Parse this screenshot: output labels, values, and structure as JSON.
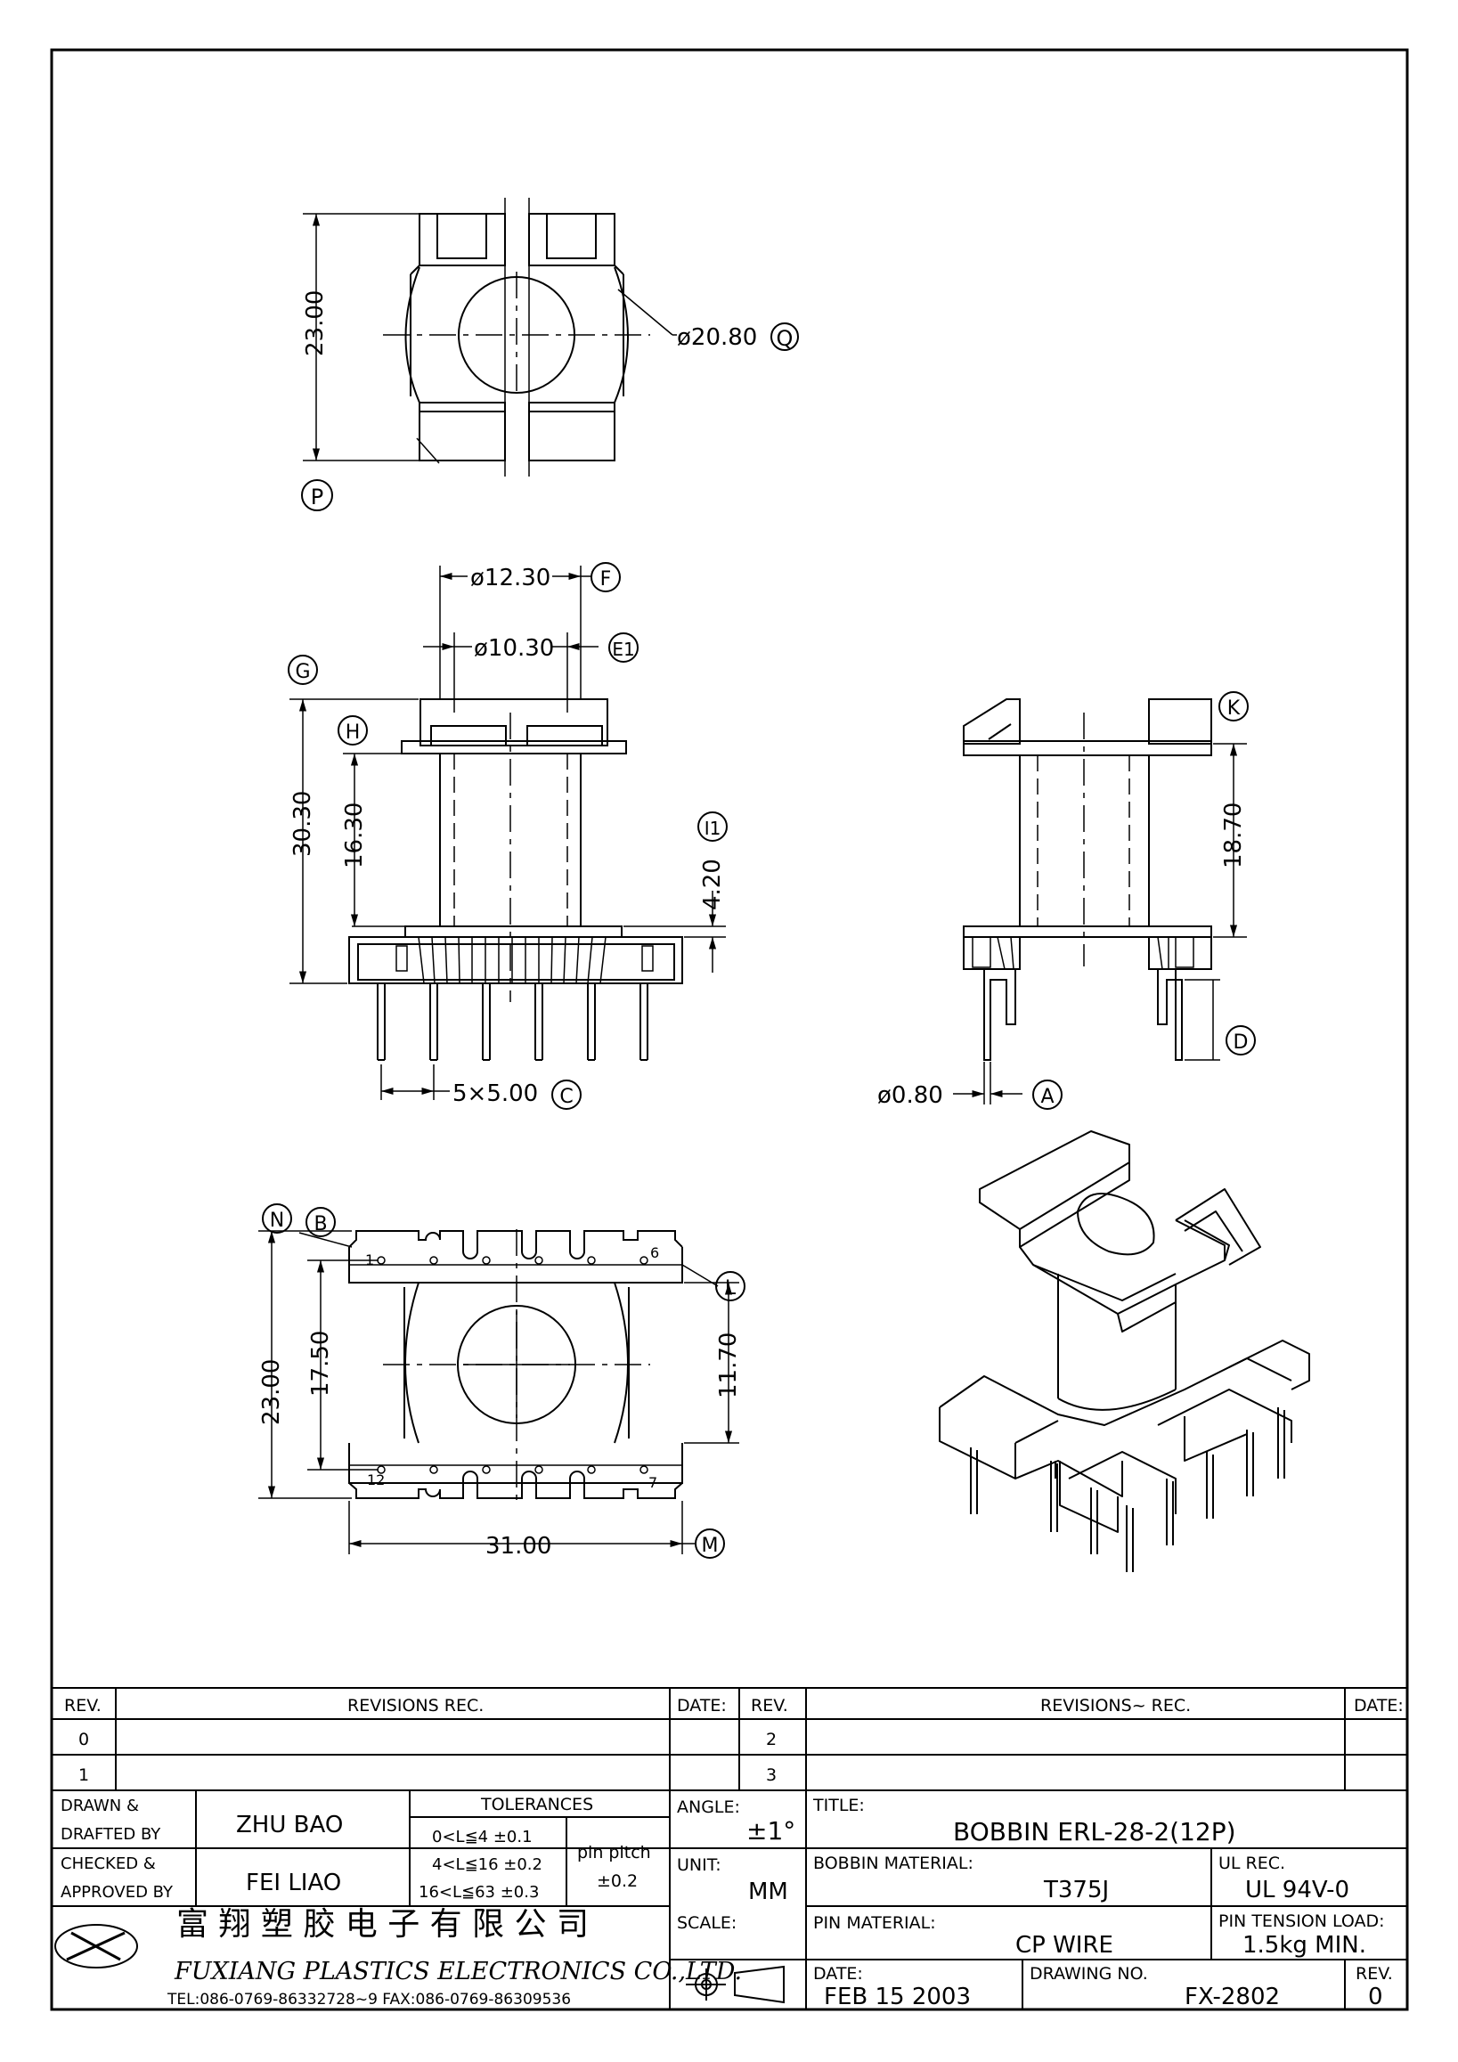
{
  "drawing": {
    "top_view": {
      "dim_height": "23.00",
      "dim_diameter": "ø20.80",
      "label_q": "Q",
      "label_p": "P"
    },
    "front_view": {
      "dim_f": "ø12.30",
      "label_f": "F",
      "dim_e1": "ø10.30",
      "label_e1": "E1",
      "label_g": "G",
      "label_h": "H",
      "label_i1": "I1",
      "dim_total_height": "30.30",
      "dim_winding_height": "16.30",
      "dim_base_height": "4.20",
      "dim_pitch": "5×5.00",
      "label_c": "C"
    },
    "side_view": {
      "label_k": "K",
      "dim_height": "18.70",
      "label_d": "D",
      "dim_pin_dia": "ø0.80",
      "label_a": "A"
    },
    "bottom_view": {
      "label_n": "N",
      "label_b": "B",
      "label_l": "L",
      "label_m": "M",
      "dim_height": "23.00",
      "dim_row_spacing": "17.50",
      "dim_inner": "11.70",
      "dim_width": "31.00",
      "pin_1": "1",
      "pin_6": "6",
      "pin_12": "12",
      "pin_7": "7"
    }
  },
  "title_block": {
    "rev_header": "REV.",
    "revisions_header": "REVISIONS   REC.",
    "date_header": "DATE:",
    "rev_header_2": "REV.",
    "revisions_header_2": "REVISIONS~ REC.",
    "date_header_2": "DATE:",
    "rev_rows_left": [
      "0",
      "1"
    ],
    "rev_rows_right": [
      "2",
      "3"
    ],
    "drawn_label_1": "DRAWN  &",
    "drawn_label_2": "DRAFTED BY",
    "drawn_by": "ZHU  BAO",
    "checked_label_1": "CHECKED  &",
    "checked_label_2": "APPROVED BY",
    "checked_by": "FEI  LIAO",
    "tolerances_header": "TOLERANCES",
    "tolerance_rows": [
      "0<L≦4    ±0.1",
      "4<L≦16  ±0.2",
      "16<L≦63  ±0.3"
    ],
    "pin_pitch_label": "pin  pitch",
    "pin_pitch_value": "±0.2",
    "angle_label": "ANGLE:",
    "angle_value": "±1°",
    "unit_label": "UNIT:",
    "unit_value": "MM",
    "scale_label": "SCALE:",
    "title_label": "TITLE:",
    "title_value": "BOBBIN  ERL-28-2(12P)",
    "bobbin_material_label": "BOBBIN  MATERIAL:",
    "bobbin_material_value": "T375J",
    "ul_rec_label": "UL  REC.",
    "ul_rec_value": "UL  94V-0",
    "pin_material_label": "PIN  MATERIAL:",
    "pin_material_value": "CP  WIRE",
    "pin_tension_label": "PIN  TENSION  LOAD:",
    "pin_tension_value": "1.5kg  MIN.",
    "date_label": "DATE:",
    "date_value": "FEB  15  2003",
    "drawing_no_label": "DRAWING  NO.",
    "drawing_no_value": "FX-2802",
    "rev_label": "REV.",
    "rev_value": "0",
    "company_cn": "富 翔 塑 胶 电 子 有 限 公 司",
    "company_en": "FUXIANG PLASTICS ELECTRONICS CO.,LTD.",
    "company_contact": "TEL:086-0769-86332728~9   FAX:086-0769-86309536"
  }
}
